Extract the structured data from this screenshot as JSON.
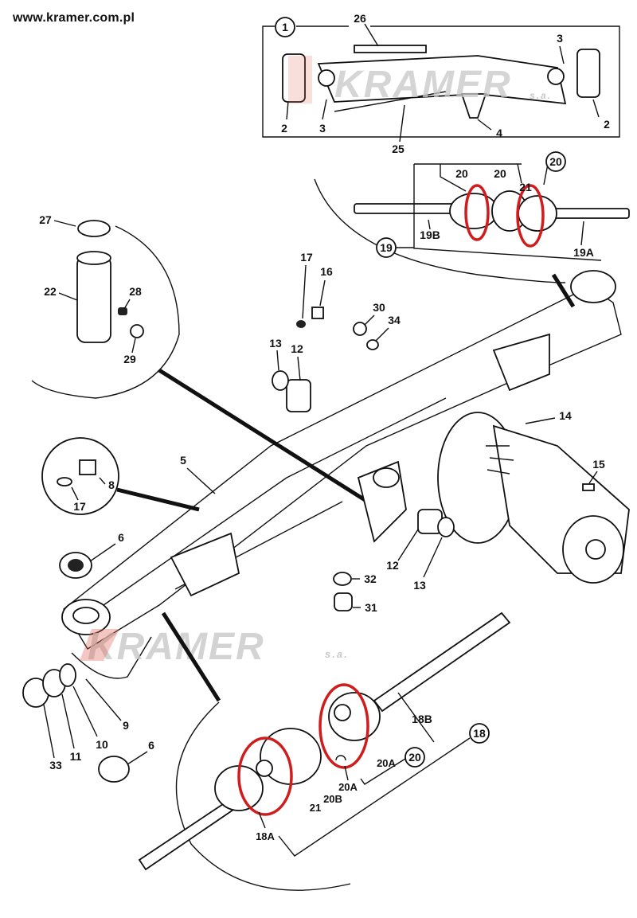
{
  "header": {
    "website": "www.kramer.com.pl"
  },
  "watermark": {
    "brand": "KRAMER",
    "suffix": "s.a.",
    "brand_color": "#c9c9c9",
    "accent_color": "#e06050"
  },
  "highlight_color": "#d01c1c",
  "inset_axle_assembly": {
    "group_label": "1",
    "callouts": [
      "26",
      "3",
      "3",
      "2",
      "2",
      "25",
      "4"
    ]
  },
  "inset_halfshaft_19": {
    "group_label": "19",
    "subgroup_label": "20",
    "callouts": [
      "20",
      "20",
      "21",
      "19B",
      "19A"
    ]
  },
  "inset_pin": {
    "callouts": [
      "27",
      "22",
      "28",
      "29"
    ]
  },
  "inset_grease": {
    "callouts": [
      "8",
      "17"
    ]
  },
  "main_callouts": {
    "c17": "17",
    "c16": "16",
    "c30": "30",
    "c34": "34",
    "c13a": "13",
    "c12a": "12",
    "c5": "5",
    "c6a": "6",
    "c14": "14",
    "c15": "15",
    "c12b": "12",
    "c13b": "13",
    "c32": "32",
    "c31": "31",
    "c9": "9",
    "c10": "10",
    "c11": "11",
    "c33": "33",
    "c6b": "6"
  },
  "inset_halfshaft_18": {
    "group_label": "18",
    "subgroup_label": "20",
    "callouts": [
      "18B",
      "20A",
      "20A",
      "20B",
      "21",
      "18A"
    ]
  }
}
